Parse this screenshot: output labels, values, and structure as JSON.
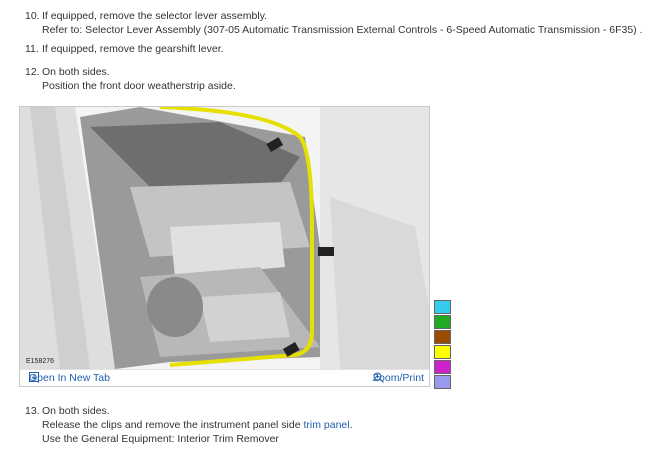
{
  "steps": [
    {
      "num": "10.",
      "lines": [
        "If equipped, remove the selector lever assembly.",
        "Refer to: Selector Lever Assembly (307-05 Automatic Transmission External Controls - 6-Speed Automatic Transmission - 6F35) ."
      ]
    },
    {
      "num": "11.",
      "lines": [
        "If equipped, remove the gearshift lever."
      ]
    },
    {
      "num": "12.",
      "lines": [
        "On both sides.",
        "Position the front door weatherstrip aside."
      ]
    },
    {
      "num": "13.",
      "lines": [
        "On both sides."
      ],
      "line2_pre": "Release the clips and remove the instrument panel side ",
      "line2_link": "trim panel",
      "line2_post": ".",
      "line3": "Use the General Equipment: Interior Trim Remover"
    }
  ],
  "figure": {
    "id_label": "E158276",
    "open_tab_label": "Open In New Tab",
    "zoom_label": "Zoom/Print",
    "open_icon": "open-in-new-tab-icon",
    "zoom_icon": "magnifier-plus-icon"
  },
  "colors": {
    "weatherstrip_highlight": "#e5e000",
    "link": "#1f5fb0",
    "swatches": [
      "#33ccee",
      "#22aa22",
      "#994c00",
      "#ffff00",
      "#cc22cc",
      "#9999ee"
    ]
  }
}
